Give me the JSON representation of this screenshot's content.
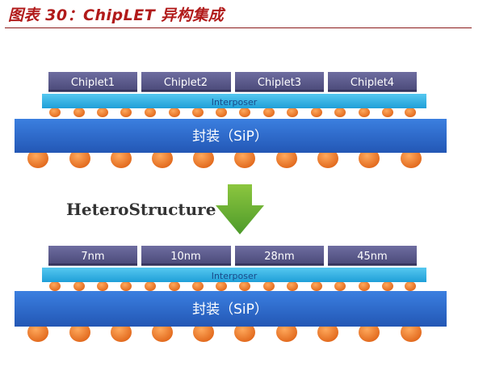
{
  "figure": {
    "title": "图表 30：ChipLET 异构集成",
    "colors": {
      "title_red": "#b11a1a",
      "chip_purple": "#5b5a8c",
      "interposer_cyan": "#2fb4e6",
      "substrate_blue": "#2f6fd0",
      "bump_orange": "#f07a22",
      "arrow_green": "#6db33f"
    }
  },
  "diagram": {
    "top_stack": {
      "chips": [
        "Chiplet1",
        "Chiplet2",
        "Chiplet3",
        "Chiplet4"
      ],
      "interposer_label": "Interposer",
      "package_label": "封装（SiP）"
    },
    "arrow": {
      "label": "HeteroStructure",
      "icon": "down-arrow-icon"
    },
    "bottom_stack": {
      "chips": [
        "7nm",
        "10nm",
        "28nm",
        "45nm"
      ],
      "interposer_label": "Interposer",
      "package_label": "封装（SiP）"
    }
  }
}
